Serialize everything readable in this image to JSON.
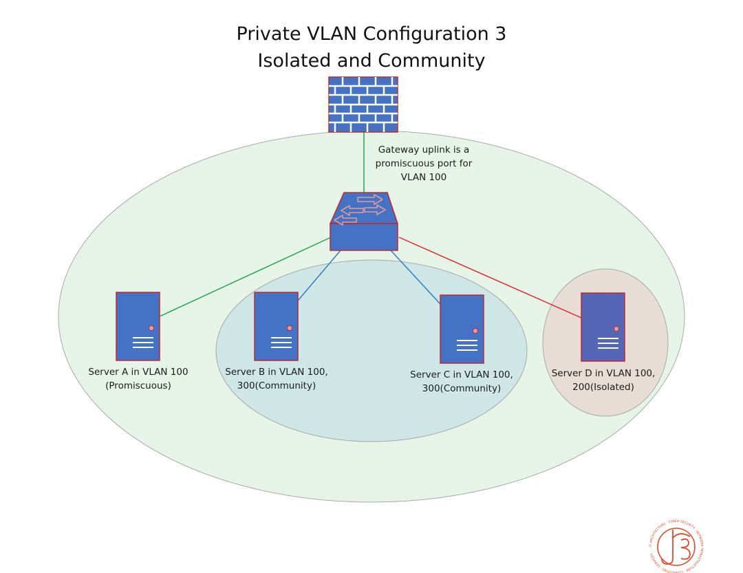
{
  "title": {
    "line1": "Private VLAN Configuration 3",
    "line2": "Isolated and Community"
  },
  "gateway_note": {
    "line1": "Gateway uplink is a",
    "line2": "promiscuous port for",
    "line3": "VLAN 100"
  },
  "servers": [
    {
      "line1": "Server A in VLAN 100",
      "line2": "(Promiscuous)"
    },
    {
      "line1": "Server B in VLAN 100,",
      "line2": "300(Community)"
    },
    {
      "line1": "Server C in VLAN 100,",
      "line2": "300(Community)"
    },
    {
      "line1": "Server D in VLAN 100,",
      "line2": "200(Isolated)"
    }
  ],
  "icons": {
    "firewall": "brick-firewall-icon",
    "switch": "network-switch-icon",
    "server": "tower-server-icon",
    "logo": "jcb-logo"
  },
  "colors": {
    "promiscuous_link": "#1fa64a",
    "community_link": "#2f7cc6",
    "isolated_link": "#e5242a",
    "primary_vlan_zone": "#e6f4e8",
    "community_zone": "#cfe6e6",
    "isolated_zone": "#e8ddd4",
    "device_fill": "#4472c4",
    "device_border": "#c0272d",
    "logo": "#e0492a"
  },
  "logo": {
    "ring_text": "IT ARCHITECTURE · CYBER SECURITY · NETWORK INFRASTRUCTURE · CONSULTING · SERVICES"
  }
}
